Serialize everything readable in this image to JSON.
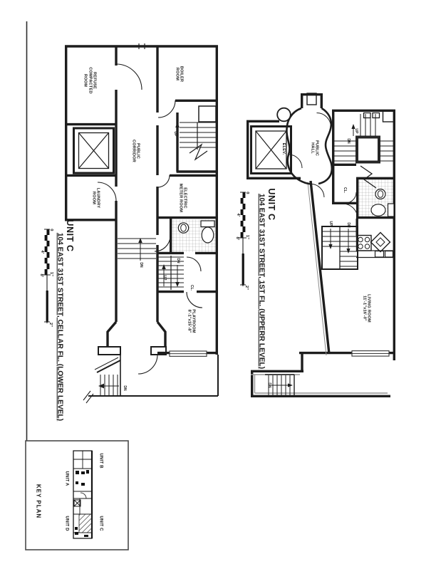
{
  "colors": {
    "ink": "#1d1d1d",
    "gray": "#949494",
    "bg": "#ffffff"
  },
  "cellar": {
    "title": "UNIT C",
    "subtitle": "104 EAST 31ST STREET, CELLAR FL. (LOWER LEVEL)",
    "labels": {
      "refuse": "REFUSE\nCOMPACTED\nROOM",
      "boiler": "BOILER\nROOM",
      "corridor": "PUBLIC\nCORRIDOR",
      "laundry": "LAUNDRY\nROOM",
      "electric": "ELECTRIC\nMETER ROOM",
      "stair_up": "UP",
      "corridor_dn": "DN",
      "unit_up": "UP",
      "unit_dn": "DN",
      "closet": "CL.",
      "playroom": "PLAYROOM\n8'-1\"x15'-8\"",
      "ext_dn": "DN"
    }
  },
  "first_floor": {
    "title": "UNIT C",
    "subtitle": "104 EAST 31ST STREET, 1ST FL. (UPPERR LEVEL)",
    "labels": {
      "elevator": "ELEV.",
      "hall": "PUBLIC\nHALL",
      "stair_up": "UP",
      "stair_dn": "DN",
      "closet": "CL.",
      "unit_up": "UP",
      "unit_dn": "DN",
      "living": "LIVING ROOM\n11'-1\"x16'-0\"",
      "ext_dn": "DN"
    }
  },
  "scale": {
    "zero": "0",
    "four_ft": "4'",
    "eight_ft": "8'",
    "one_in": "1\"",
    "two_in": "2\""
  },
  "key_plan": {
    "title": "KEY PLAN",
    "unit_a": "UNIT A",
    "unit_b": "UNIT B",
    "unit_c": "UNIT C",
    "unit_d": "UNIT D"
  }
}
